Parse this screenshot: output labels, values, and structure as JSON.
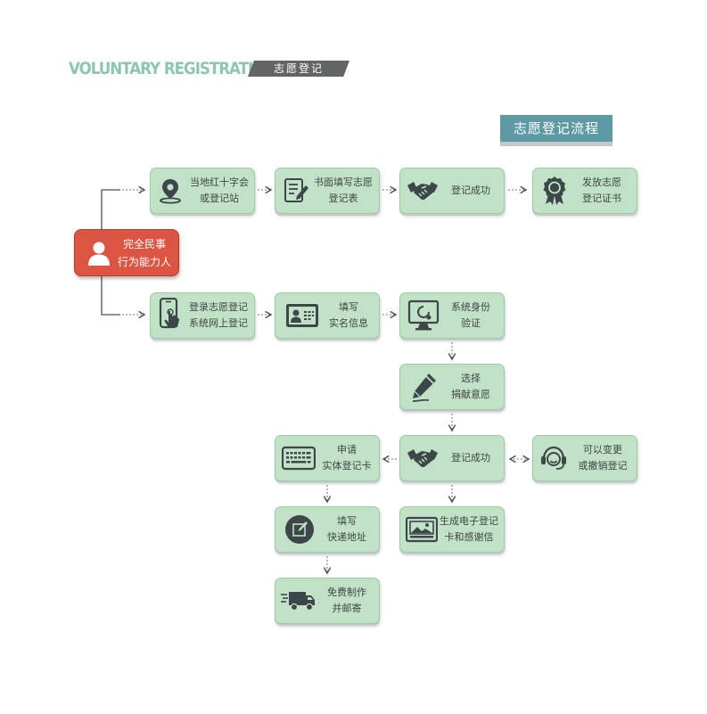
{
  "header": {
    "en_title": "VOLUNTARY REGISTRATION",
    "cn_tag": "志愿登记"
  },
  "title": "志愿登记流程",
  "colors": {
    "box_fill": "#c1e2c7",
    "box_border": "#9ccaa6",
    "start_fill": "#dc5442",
    "icon": "#3d4649",
    "title_bg": "#5d9aa3",
    "header_en": "#8ec4b4"
  },
  "start": {
    "line1": "完全民事",
    "line2": "行为能力人",
    "icon": "person-icon"
  },
  "nodes": [
    {
      "id": "local-station",
      "line1": "当地红十字会",
      "line2": "或登记站",
      "icon": "location-pin-icon"
    },
    {
      "id": "written-form",
      "line1": "书面填写志愿",
      "line2": "登记表",
      "icon": "form-pen-icon"
    },
    {
      "id": "success-top",
      "line1": "登记成功",
      "line2": "",
      "icon": "handshake-icon"
    },
    {
      "id": "certificate",
      "line1": "发放志愿",
      "line2": "登记证书",
      "icon": "award-ribbon-icon"
    },
    {
      "id": "online",
      "line1": "登录志愿登记",
      "line2": "系统网上登记",
      "icon": "smartphone-touch-icon"
    },
    {
      "id": "real-name",
      "line1": "填写",
      "line2": "实名信息",
      "icon": "id-card-icon"
    },
    {
      "id": "verify",
      "line1": "系统身份",
      "line2": "验证",
      "icon": "monitor-check-icon"
    },
    {
      "id": "choose",
      "line1": "选择",
      "line2": "捐献意愿",
      "icon": "pencil-icon"
    },
    {
      "id": "success-mid",
      "line1": "登记成功",
      "line2": "",
      "icon": "handshake-icon"
    },
    {
      "id": "apply-card",
      "line1": "申请",
      "line2": "实体登记卡",
      "icon": "keyboard-card-icon"
    },
    {
      "id": "change",
      "line1": "可以变更",
      "line2": "或撤销登记",
      "icon": "headset-icon"
    },
    {
      "id": "address",
      "line1": "填写",
      "line2": "快递地址",
      "icon": "edit-circle-icon"
    },
    {
      "id": "ecard",
      "line1": "生成电子登记",
      "line2": "卡和感谢信",
      "icon": "photo-card-icon"
    },
    {
      "id": "mail",
      "line1": "免费制作",
      "line2": "并邮寄",
      "icon": "delivery-truck-icon"
    }
  ]
}
